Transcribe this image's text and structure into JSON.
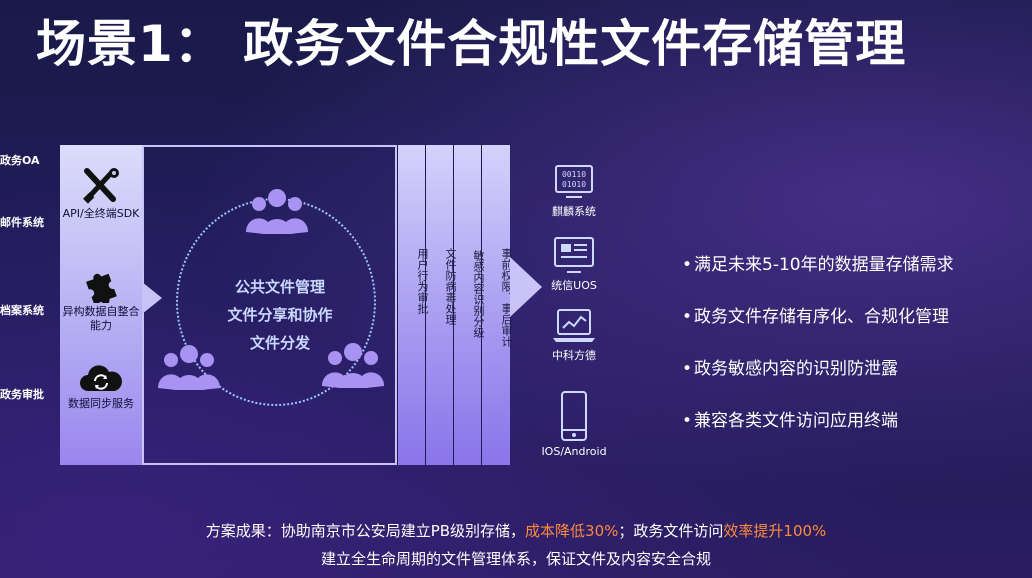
{
  "title": "场景1：  政务文件合规性文件存储管理",
  "sources": [
    "政务OA",
    "邮件系统",
    "档案系统",
    "政务审批"
  ],
  "left_items": [
    {
      "icon": "tools-icon",
      "label": "API/全终端SDK"
    },
    {
      "icon": "puzzle-icon",
      "label": "异构数据自整合能力"
    },
    {
      "icon": "cloud-sync-icon",
      "label": "数据同步服务"
    }
  ],
  "center": {
    "line1": "公共文件管理",
    "line2": "文件分享和协作",
    "line3": "文件分发"
  },
  "vbars": [
    "用户行为审批",
    "文件防病毒处理",
    "敏感内容识别分级",
    "事前权限、事后审计"
  ],
  "devices": [
    {
      "icon": "binary-server-icon",
      "label": "麒麟系统"
    },
    {
      "icon": "monitor-doc-icon",
      "label": "统信UOS"
    },
    {
      "icon": "laptop-chart-icon",
      "label": "中科方德"
    },
    {
      "icon": "phone-icon",
      "label": "IOS/Android"
    }
  ],
  "bullets": [
    "满足未来5-10年的数据量存储需求",
    "政务文件存储有序化、合规化管理",
    "政务敏感内容的识别防泄露",
    "兼容各类文件访问应用终端"
  ],
  "footer": {
    "prefix": "方案成果：协助南京市公安局建立PB级别存储，",
    "hl1": "成本降低30%",
    "mid": "；政务文件访问",
    "hl2": "效率提升100%",
    "line2": "建立全生命周期的文件管理体系，保证文件及内容安全合规"
  },
  "colors": {
    "highlight": "#ff8a3d",
    "panel": "#b7b0f3",
    "accent_text": "#c9d8ff"
  }
}
